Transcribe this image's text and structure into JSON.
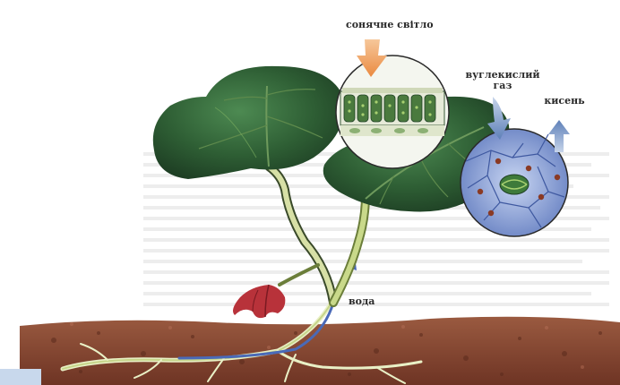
{
  "labels": {
    "sunlight": "сонячне світло",
    "co2_line1": "вуглекислий",
    "co2_line2": "газ",
    "oxygen": "кисень",
    "water": "вода"
  },
  "colors": {
    "sunlight_arrow": "#f0a060",
    "gas_arrows": "#7a9cc8",
    "leaf": "#2e5e34",
    "stem": "#c9d98a",
    "soil": "#8a4a34",
    "flower": "#b8323a",
    "water_path": "#4a6ab8"
  }
}
